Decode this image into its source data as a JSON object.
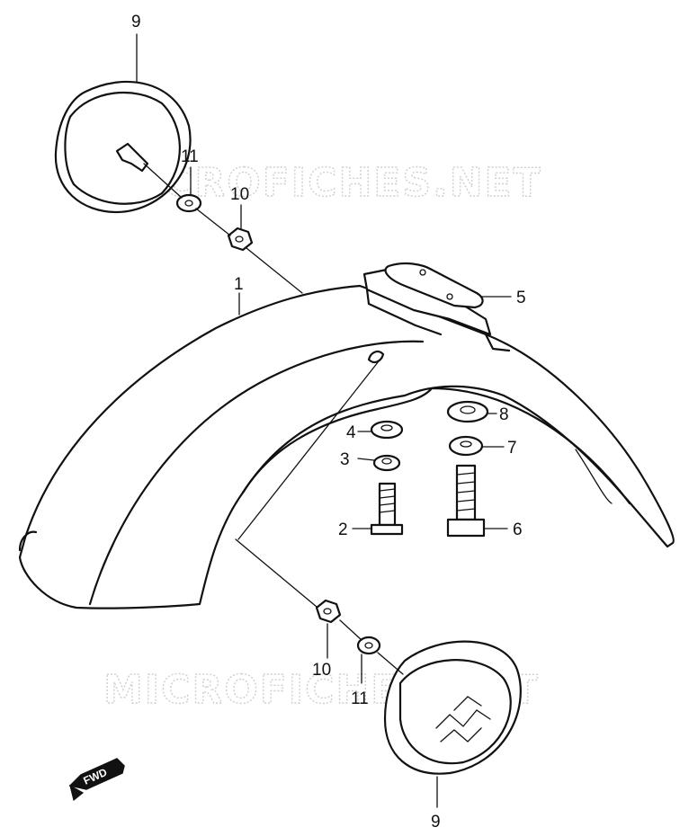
{
  "watermark": {
    "text": "MICROFICHES.NET"
  },
  "fwd": {
    "label": "FWD"
  },
  "callouts": [
    {
      "id": "9a",
      "label": "9"
    },
    {
      "id": "11a",
      "label": "11"
    },
    {
      "id": "10a",
      "label": "10"
    },
    {
      "id": "1",
      "label": "1"
    },
    {
      "id": "5",
      "label": "5"
    },
    {
      "id": "8",
      "label": "8"
    },
    {
      "id": "4",
      "label": "4"
    },
    {
      "id": "7",
      "label": "7"
    },
    {
      "id": "3",
      "label": "3"
    },
    {
      "id": "2",
      "label": "2"
    },
    {
      "id": "6",
      "label": "6"
    },
    {
      "id": "10b",
      "label": "10"
    },
    {
      "id": "11b",
      "label": "11"
    },
    {
      "id": "9b",
      "label": "9"
    }
  ]
}
